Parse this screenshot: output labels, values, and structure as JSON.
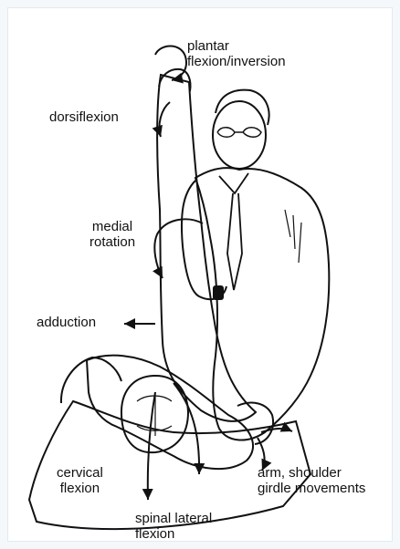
{
  "figure": {
    "labels": {
      "plantar": "plantar\nflexion/inversion",
      "dorsiflexion": "dorsiflexion",
      "medial": "medial\nrotation",
      "adduction": "adduction",
      "cervical": "cervical\nflexion",
      "spinal": "spinal lateral\nflexion",
      "arm": "arm, shoulder\ngirdle movements"
    }
  }
}
